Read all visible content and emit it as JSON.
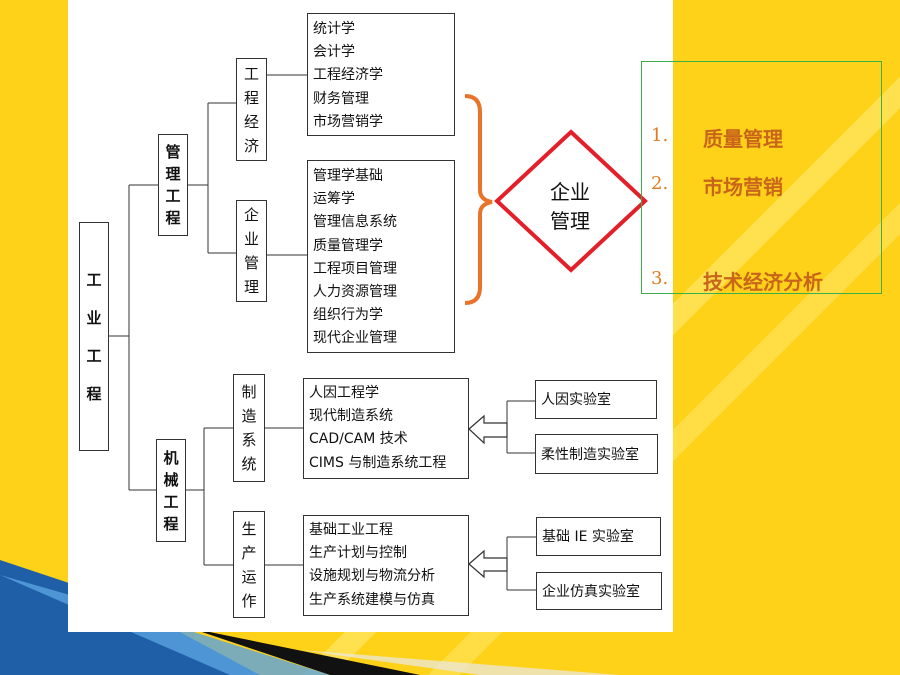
{
  "root": {
    "chars": [
      "工",
      "业",
      "工",
      "程"
    ]
  },
  "branches": [
    {
      "chars": [
        "管",
        "理",
        "工",
        "程"
      ]
    },
    {
      "chars": [
        "机",
        "械",
        "工",
        "程"
      ]
    }
  ],
  "subs": [
    {
      "chars": [
        "工",
        "程",
        "经",
        "济"
      ]
    },
    {
      "chars": [
        "企",
        "业",
        "管",
        "理"
      ]
    },
    {
      "chars": [
        "制",
        "造",
        "系",
        "统"
      ]
    },
    {
      "chars": [
        "生",
        "产",
        "运",
        "作"
      ]
    }
  ],
  "course_lists": [
    {
      "items": [
        "统计学",
        "会计学",
        "工程经济学",
        "财务管理",
        "市场营销学"
      ]
    },
    {
      "items": [
        "管理学基础",
        "运筹学",
        "管理信息系统",
        "质量管理学",
        "工程项目管理",
        "人力资源管理",
        "组织行为学",
        "现代企业管理"
      ]
    },
    {
      "items": [
        "人因工程学",
        "现代制造系统",
        "CAD/CAM 技术",
        "CIMS 与制造系统工程"
      ]
    },
    {
      "items": [
        "基础工业工程",
        "生产计划与控制",
        "设施规划与物流分析",
        "生产系统建模与仿真"
      ]
    }
  ],
  "labs": [
    "人因实验室",
    "柔性制造实验室",
    "基础 IE 实验室",
    "企业仿真实验室"
  ],
  "focus": {
    "line1": "企业",
    "line2": "管理"
  },
  "topics": [
    {
      "num": "1.",
      "label": "质量管理"
    },
    {
      "num": "2.",
      "label": "市场营销"
    },
    {
      "num": "3.",
      "label": "技术经济分析"
    }
  ],
  "colors": {
    "background": "#ffd21a",
    "bracket": "#e8742a",
    "diamond": "#e3202a",
    "frame": "#3cae4a",
    "topic_text": "#c8651a"
  }
}
